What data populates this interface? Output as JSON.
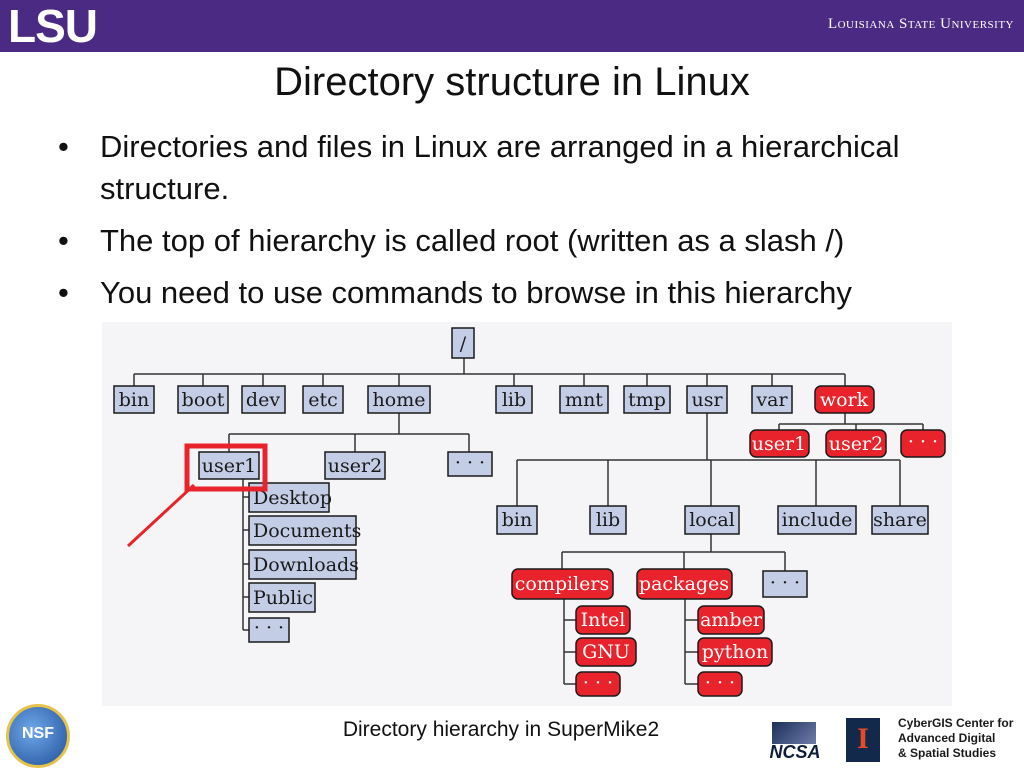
{
  "header": {
    "logo": "LSU",
    "university": "Louisiana State University",
    "bar_color": "#4b2a83"
  },
  "slide": {
    "title": "Directory structure in Linux",
    "bullets": [
      "Directories and files in Linux are arranged in a hierarchical structure.",
      "The top of hierarchy is called root (written as a slash /)",
      "You need to use commands to browse in this hierarchy"
    ],
    "bullet_symbol": "•",
    "caption": "Directory hierarchy in SuperMike2"
  },
  "diagram": {
    "colors": {
      "default": "#c4cde6",
      "highlight": "#e8232b",
      "callout": "#e8232b"
    },
    "nodes": {
      "root": "/",
      "bin": "bin",
      "boot": "boot",
      "dev": "dev",
      "etc": "etc",
      "home": "home",
      "lib": "lib",
      "mnt": "mnt",
      "tmp": "tmp",
      "usr": "usr",
      "var": "var",
      "work": "work",
      "work_user1": "user1",
      "work_user2": "user2",
      "work_more": "· · ·",
      "home_user1": "user1",
      "home_user2": "user2",
      "home_more": "· · ·",
      "desktop": "Desktop",
      "documents": "Documents",
      "downloads": "Downloads",
      "public": "Public",
      "user1_more": "· · ·",
      "usr_bin": "bin",
      "usr_lib": "lib",
      "usr_local": "local",
      "usr_include": "include",
      "usr_share": "share",
      "compilers": "compilers",
      "packages": "packages",
      "local_more": "· · ·",
      "intel": "Intel",
      "gnu": "GNU",
      "compilers_more": "· · ·",
      "amber": "amber",
      "python": "python",
      "packages_more": "· · ·"
    }
  },
  "footer": {
    "nsf": "NSF",
    "ncsa": "NCSA",
    "illinois": "I",
    "cybergis": [
      "CyberGIS Center for",
      "Advanced Digital",
      "& Spatial Studies"
    ]
  }
}
